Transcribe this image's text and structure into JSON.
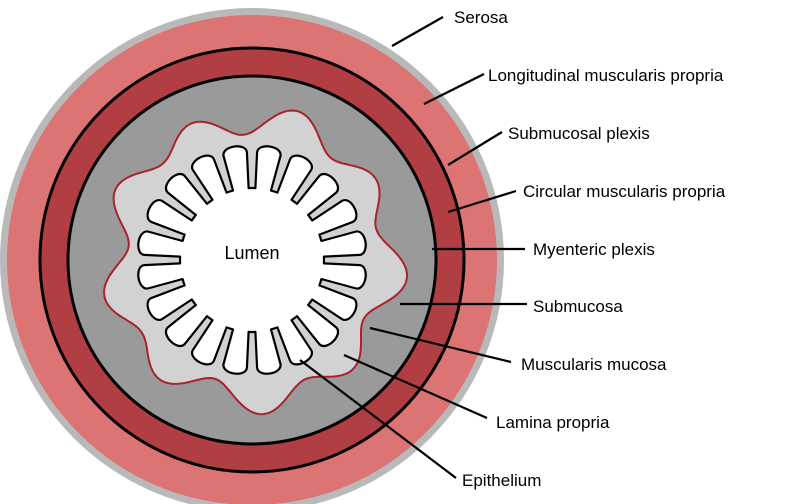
{
  "diagram": {
    "center_label": "Lumen",
    "labels": {
      "serosa": "Serosa",
      "longitudinal_muscularis_propria": "Longitudinal muscularis propria",
      "submucosal_plexis": "Submucosal plexis",
      "circular_muscularis_propria": "Circular muscularis propria",
      "myenteric_plexis": "Myenteric plexis",
      "submucosa": "Submucosa",
      "muscularis_mucosa": "Muscularis mucosa",
      "lamina_propria": "Lamina propria",
      "epithelium": "Epithelium"
    },
    "colors": {
      "serosa": "#b9b9b9",
      "longitudinal_muscle": "#dc7474",
      "circular_muscle": "#b13e42",
      "submucosa": "#9a9a9a",
      "lamina_propria": "#d2d2d2",
      "lumen": "#ffffff",
      "plexus_line": "#000000",
      "mucosa_outline": "#a8242a"
    }
  }
}
